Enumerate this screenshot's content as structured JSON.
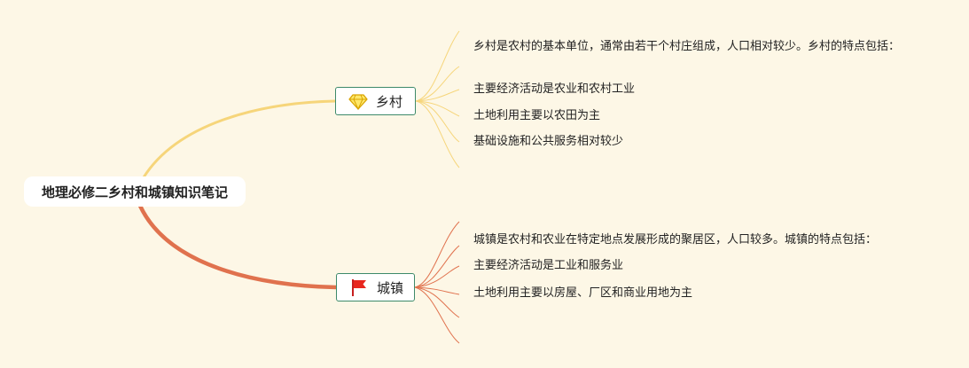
{
  "root": {
    "title": "地理必修二乡村和城镇知识笔记"
  },
  "branches": [
    {
      "label": "乡村",
      "icon": "diamond-icon",
      "color": "#f6d57a",
      "leaves": [
        "乡村是农村的基本单位，通常由若干个村庄组成，人口相对较少。乡村的特点包括：",
        "主要经济活动是农业和农村工业",
        "土地利用主要以农田为主",
        "基础设施和公共服务相对较少"
      ]
    },
    {
      "label": "城镇",
      "icon": "red-flag-icon",
      "color": "#e0724e",
      "leaves": [
        "城镇是农村和农业在特定地点发展形成的聚居区，人口较多。城镇的特点包括：",
        "主要经济活动是工业和服务业",
        "土地利用主要以房屋、厂区和商业用地为主"
      ]
    }
  ]
}
